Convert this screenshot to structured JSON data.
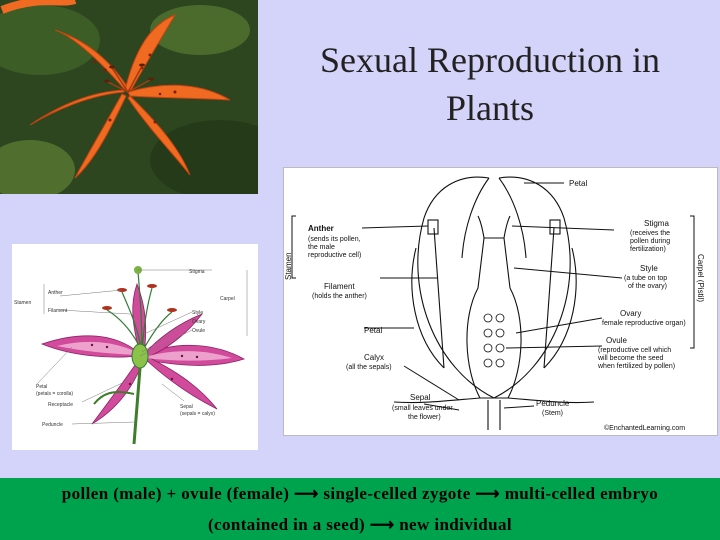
{
  "slide": {
    "title_line1": "Sexual Reproduction in",
    "title_line2": "Plants",
    "footer_line1": "pollen (male) + ovule (female) ⟶ single-celled zygote ⟶ multi-celled embryo",
    "footer_line2": "(contained in a seed) ⟶ new individual"
  },
  "diagram": {
    "petal": "Petal",
    "anther": "Anther",
    "anther_desc1": "(sends its pollen,",
    "anther_desc2": "the male",
    "anther_desc3": "reproductive cell)",
    "stamen": "Stamen",
    "filament": "Filament",
    "filament_desc": "(holds the anther)",
    "petal2": "Petal",
    "calyx": "Calyx",
    "calyx_desc": "(all the sepals)",
    "sepal": "Sepal",
    "sepal_desc1": "(small leaves under",
    "sepal_desc2": "the flower)",
    "stigma": "Stigma",
    "stigma_desc1": "(receives the",
    "stigma_desc2": "pollen during",
    "stigma_desc3": "fertilization)",
    "carpel": "Carpel (Pistil)",
    "style": "Style",
    "style_desc1": "(a tube on top",
    "style_desc2": "of the ovary)",
    "ovary": "Ovary",
    "ovary_desc": "female reproductive organ)",
    "ovule": "Ovule",
    "ovule_desc1": "(reproductive cell which",
    "ovule_desc2": "will become the seed",
    "ovule_desc3": "when fertilized by pollen)",
    "peduncle": "Peduncle",
    "peduncle_desc": "(Stem)",
    "credit": "©EnchantedLearning.com"
  },
  "lily": {
    "stigma": "Stigma",
    "stamen": "Stamen",
    "anther": "Anther",
    "filament": "Filament",
    "carpel": "Carpel",
    "style": "Style",
    "ovary": "Ovary",
    "ovule": "Ovule",
    "petal": "Petal",
    "petal_desc": "(petals = corolla)",
    "receptacle": "Receptacle",
    "peduncle": "Peduncle",
    "sepal": "Sepal",
    "sepal_desc": "(sepals = calyx)"
  },
  "colors": {
    "background": "#d4d4fb",
    "footer_bg": "#00a34d",
    "lily_orange": "#f06a22"
  }
}
